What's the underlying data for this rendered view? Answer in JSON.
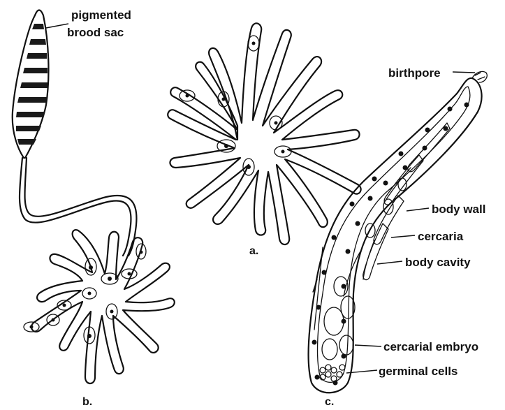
{
  "figure": {
    "labels": {
      "pigmented": "pigmented",
      "brood_sac": "brood sac",
      "birthpore": "birthpore",
      "body_wall": "body wall",
      "cercaria": "cercaria",
      "body_cavity": "body cavity",
      "cercarial_embryo": "cercarial embryo",
      "germinal_cells": "germinal cells"
    },
    "panels": {
      "a": "a.",
      "b": "b.",
      "c": "c."
    }
  }
}
